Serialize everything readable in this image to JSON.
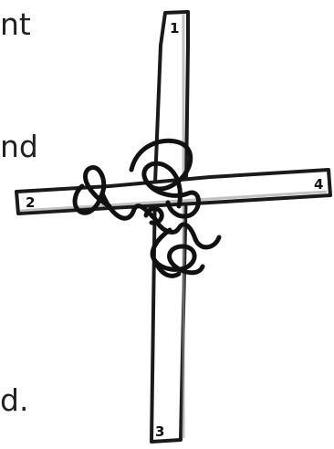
{
  "text_fragments": [
    "nt",
    "nd",
    "d."
  ],
  "diagram": {
    "stick_labels": [
      "1",
      "2",
      "3",
      "4"
    ],
    "colors": {
      "stick_fill": "#ffffff",
      "stick_outline": "#1a1a1a",
      "shadow": "#9a9a9a",
      "string": "#111111"
    }
  }
}
